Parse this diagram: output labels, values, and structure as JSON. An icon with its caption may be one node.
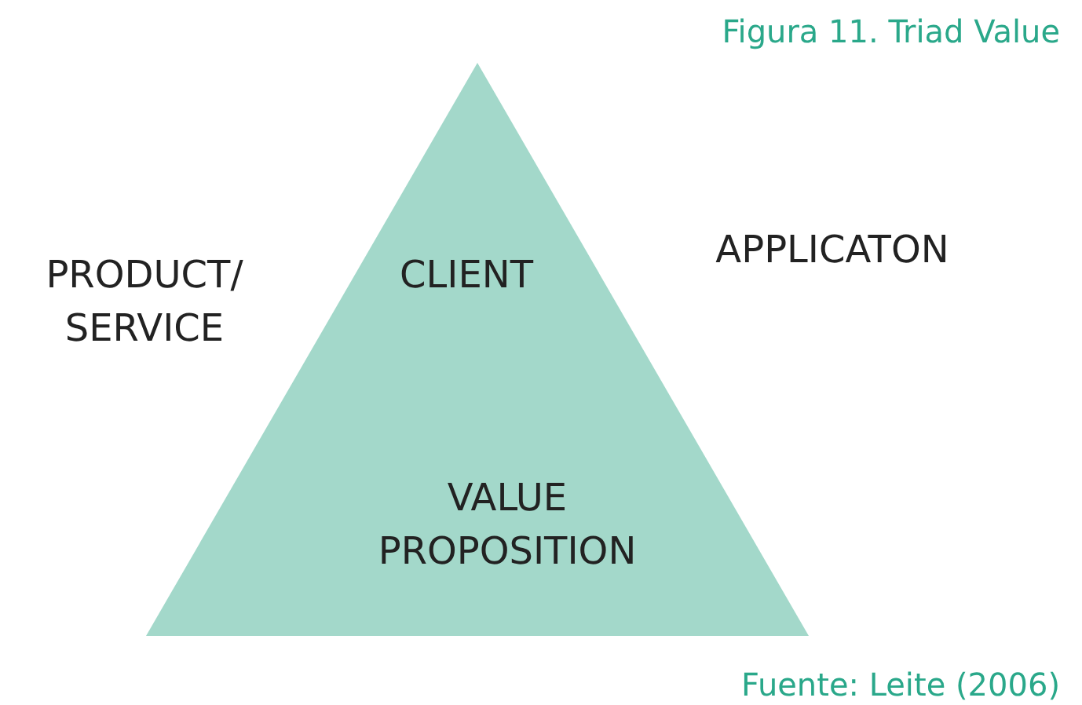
{
  "diagram": {
    "title": "Figura 11. Triad Value",
    "caption": "Fuente: Leite (2006)",
    "nodes": [
      {
        "text": [
          "CLIENT",
          "VALUE PROPOSITION"
        ]
      }
    ],
    "labels": [
      "PRODUCT/ SERVICE",
      "APPLICATON"
    ]
  }
}
